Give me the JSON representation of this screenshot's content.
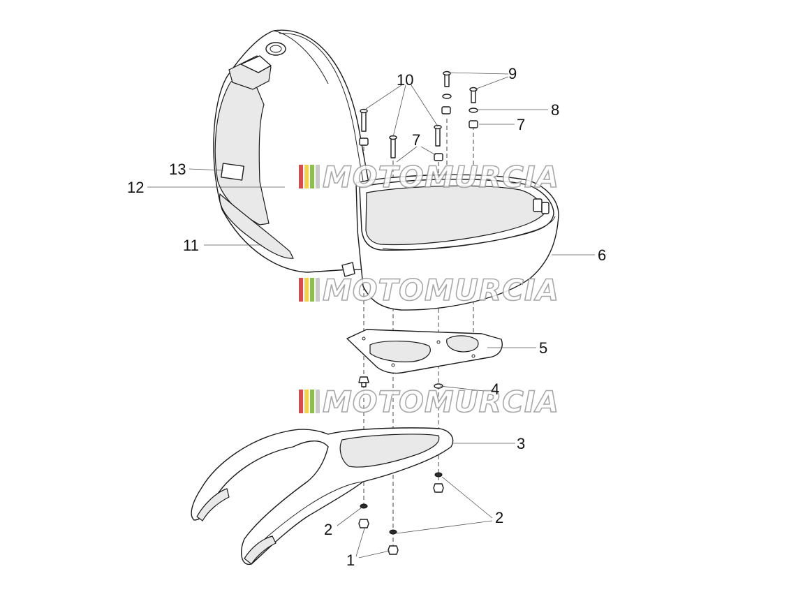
{
  "watermark": {
    "text": "MOTOMURCIA",
    "stripe_colors": [
      "#d94a4a",
      "#f2d34a",
      "#8cc04a",
      "#c9c9c9"
    ]
  },
  "callouts": {
    "c1": "1",
    "c2a": "2",
    "c2b": "2",
    "c3": "3",
    "c4": "4",
    "c5": "5",
    "c6": "6",
    "c7a": "7",
    "c7b": "7",
    "c8": "8",
    "c9": "9",
    "c10": "10",
    "c11": "11",
    "c12": "12",
    "c13": "13"
  }
}
